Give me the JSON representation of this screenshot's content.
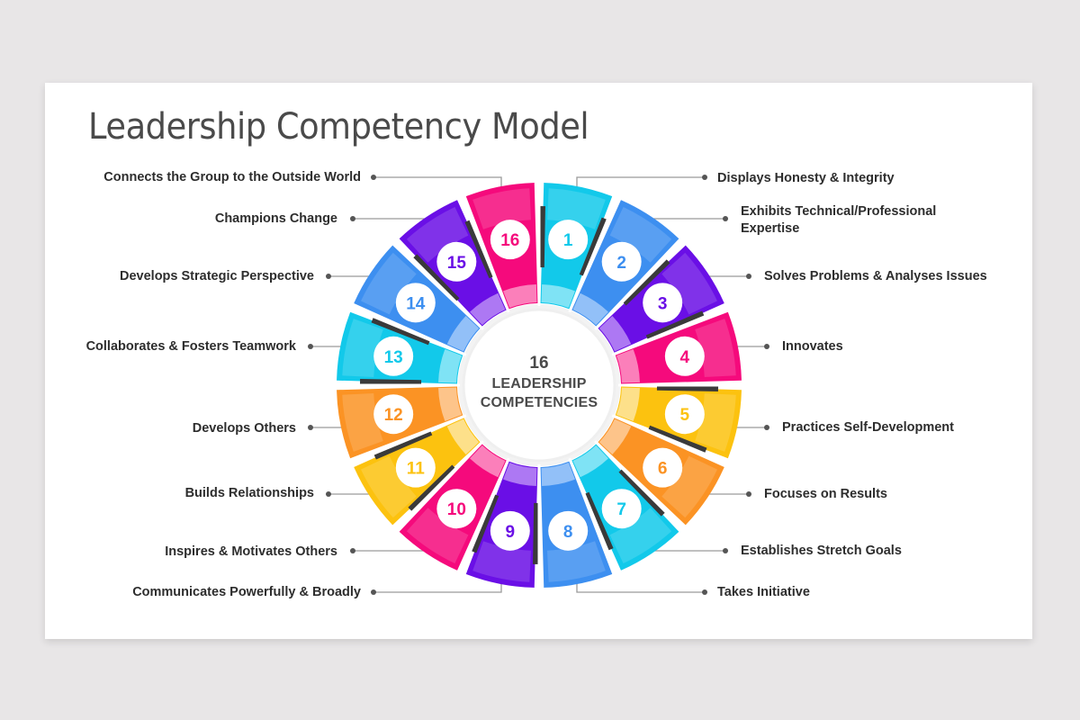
{
  "slide": {
    "title": "Leadership Competency Model",
    "center": {
      "count": "16",
      "line1": "LEADERSHIP",
      "line2": "COMPETENCIES"
    }
  },
  "competencies": [
    {
      "number": "1",
      "label": "Displays Honesty & Integrity",
      "color": "#12c9ea",
      "light": "#7fe3f5"
    },
    {
      "number": "2",
      "label": "Exhibits Technical/Professional Expertise",
      "color": "#3d8ff0",
      "light": "#92c0f8"
    },
    {
      "number": "3",
      "label": "Solves Problems & Analyses Issues",
      "color": "#6a0fe6",
      "light": "#ad78f3"
    },
    {
      "number": "4",
      "label": "Innovates",
      "color": "#f50a7c",
      "light": "#fb7fba"
    },
    {
      "number": "5",
      "label": "Practices Self-Development",
      "color": "#fcc20f",
      "light": "#fde08a"
    },
    {
      "number": "6",
      "label": "Focuses on Results",
      "color": "#fb9324",
      "light": "#fdc48a"
    },
    {
      "number": "7",
      "label": "Establishes Stretch Goals",
      "color": "#12c9ea",
      "light": "#7fe3f5"
    },
    {
      "number": "8",
      "label": "Takes Initiative",
      "color": "#3d8ff0",
      "light": "#92c0f8"
    },
    {
      "number": "9",
      "label": "Communicates Powerfully & Broadly",
      "color": "#6a0fe6",
      "light": "#ad78f3"
    },
    {
      "number": "10",
      "label": "Inspires & Motivates Others",
      "color": "#f50a7c",
      "light": "#fb7fba"
    },
    {
      "number": "11",
      "label": "Builds Relationships",
      "color": "#fcc20f",
      "light": "#fde08a"
    },
    {
      "number": "12",
      "label": "Develops Others",
      "color": "#fb9324",
      "light": "#fdc48a"
    },
    {
      "number": "13",
      "label": "Collaborates & Fosters Teamwork",
      "color": "#12c9ea",
      "light": "#7fe3f5"
    },
    {
      "number": "14",
      "label": "Develops Strategic Perspective",
      "color": "#3d8ff0",
      "light": "#92c0f8"
    },
    {
      "number": "15",
      "label": "Champions Change",
      "color": "#6a0fe6",
      "light": "#ad78f3"
    },
    {
      "number": "16",
      "label": "Connects the Group to the Outside World",
      "color": "#f50a7c",
      "light": "#fb7fba"
    }
  ],
  "colors": {
    "background": "#e8e6e7",
    "card": "#ffffff",
    "title": "#4a4a4a",
    "label": "#2d2d2d",
    "separator": "#3a3a3a",
    "connector": "#9a9a9a"
  }
}
